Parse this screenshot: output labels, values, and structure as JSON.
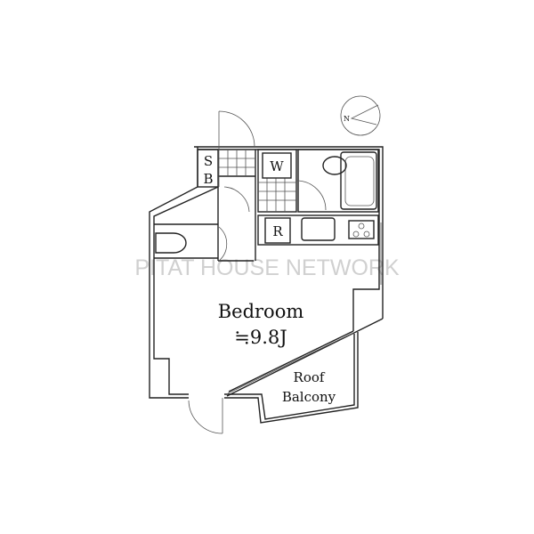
{
  "watermark": "PITAT HOUSE NETWORK",
  "compass": {
    "label": "N"
  },
  "rooms": {
    "storage_s": "S",
    "storage_b": "B",
    "washer": "W",
    "fridge": "R",
    "bedroom": "Bedroom",
    "bedroom_size": "≒9.8J",
    "balcony_line1": "Roof",
    "balcony_line2": "Balcony"
  }
}
